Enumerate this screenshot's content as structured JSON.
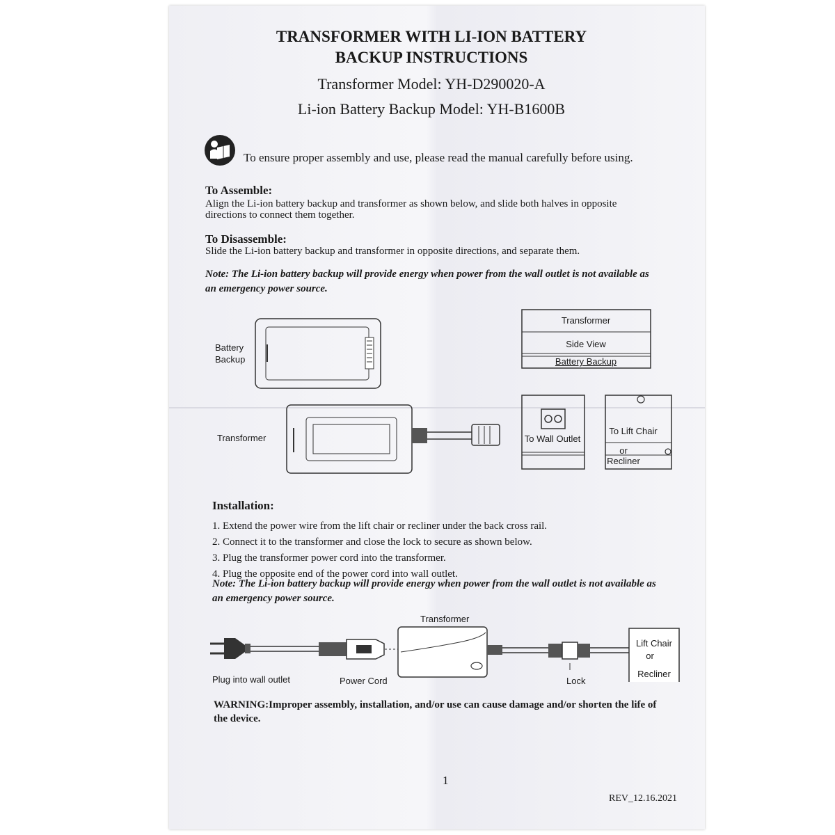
{
  "header": {
    "title_line1": "TRANSFORMER WITH LI-ION BATTERY",
    "title_line2": "BACKUP INSTRUCTIONS",
    "transformer_model": "Transformer Model: YH-D290020-A",
    "battery_model": "Li-ion Battery Backup Model: YH-B1600B"
  },
  "intro": "To ensure proper assembly and use, please read the manual carefully before using.",
  "assemble": {
    "heading": "To Assemble:",
    "text_line1": "Align the Li-ion battery backup and transformer as shown below, and slide both halves in opposite",
    "text_line2": "directions to connect them together."
  },
  "disassemble": {
    "heading": "To Disassemble:",
    "text": "Slide the Li-ion battery backup and transformer in opposite directions, and separate them."
  },
  "note1": {
    "line1": "Note: The Li-ion battery backup will provide energy when power from the wall outlet is not available as",
    "line2": "an emergency power source."
  },
  "diagram1": {
    "battery_label_line1": "Battery",
    "battery_label_line2": "Backup",
    "transformer_label": "Transformer",
    "side_view_top": "Transformer",
    "side_view_mid": "Side View",
    "side_view_bottom": "Battery Backup",
    "wall_outlet": "To Wall Outlet",
    "lift_chair_line1": "To Lift Chair",
    "lift_chair_line2": "or Recliner"
  },
  "installation": {
    "heading": "Installation:",
    "steps": [
      "1. Extend the power wire from the lift chair or recliner under the back cross rail.",
      "2. Connect it to the transformer and close the lock to secure as shown below.",
      "3. Plug the transformer power cord into the transformer.",
      "4. Plug the opposite end of the power cord into wall outlet."
    ],
    "note_line1": "Note: The Li-ion battery backup will provide energy when power from the wall outlet is not available as",
    "note_line2": "an emergency power source."
  },
  "diagram2": {
    "transformer": "Transformer",
    "plug": "Plug into wall outlet",
    "power_cord": "Power Cord",
    "lock": "Lock",
    "chair_line1": "Lift Chair",
    "chair_line2": "or",
    "chair_line3": "Recliner"
  },
  "warning": {
    "line1": "WARNING:Improper assembly, installation, and/or use can cause damage and/or shorten the life of",
    "line2": "the device."
  },
  "footer": {
    "page_number": "1",
    "revision": "REV_12.16.2021"
  }
}
